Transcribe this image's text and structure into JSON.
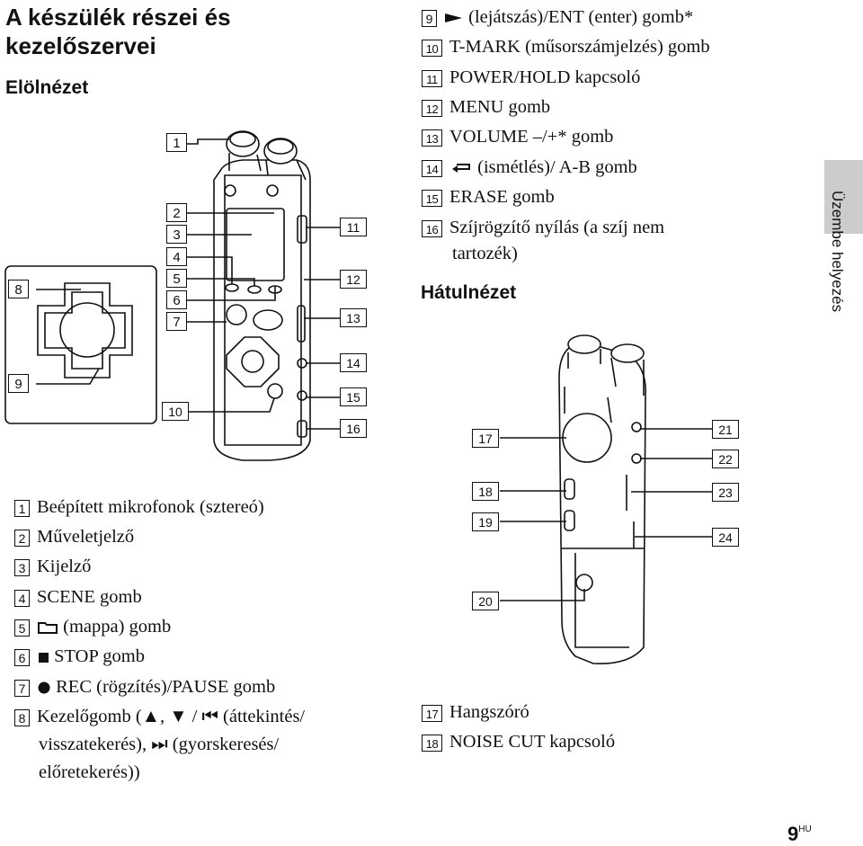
{
  "page_title": "A készülék részei és kezelőszervei",
  "section_front": "Elölnézet",
  "section_back": "Hátulnézet",
  "side_tab": "Üzembe helyezés",
  "page_number": "9",
  "page_lang": "HU",
  "right_items": [
    {
      "n": "9",
      "text": "(lejátszás)/ENT (enter) gomb*",
      "icon": "play-icon"
    },
    {
      "n": "10",
      "text": "T-MARK (műsorszámjelzés) gomb"
    },
    {
      "n": "11",
      "text": "POWER/HOLD kapcsoló"
    },
    {
      "n": "12",
      "text": "MENU gomb"
    },
    {
      "n": "13",
      "text": "VOLUME –/+* gomb"
    },
    {
      "n": "14",
      "text": "(ismétlés)/ A-B gomb",
      "icon": "repeat-icon"
    },
    {
      "n": "15",
      "text": "ERASE gomb"
    },
    {
      "n": "16",
      "text": "Szíjrögzítő nyílás (a szíj nem",
      "cont": "tartozék)"
    }
  ],
  "left_items": [
    {
      "n": "1",
      "text": "Beépített mikrofonok (sztereó)"
    },
    {
      "n": "2",
      "text": "Műveletjelző"
    },
    {
      "n": "3",
      "text": "Kijelző"
    },
    {
      "n": "4",
      "text": "SCENE gomb"
    },
    {
      "n": "5",
      "text": "(mappa) gomb",
      "icon": "folder-icon"
    },
    {
      "n": "6",
      "text": "STOP gomb",
      "icon": "stop-icon"
    },
    {
      "n": "7",
      "text": "REC (rögzítés)/PAUSE gomb",
      "icon": "record-icon"
    },
    {
      "n": "8",
      "text": "Kezelőgomb (▲, ▼ / ⏮ (áttekintés/",
      "cont": "visszatekerés), ⏭ (gyorskeresés/",
      "cont2": "előretekerés))"
    }
  ],
  "back_items": [
    {
      "n": "17",
      "text": "Hangszóró"
    },
    {
      "n": "18",
      "text": "NOISE CUT kapcsoló"
    }
  ],
  "front_labels": [
    "1",
    "2",
    "3",
    "4",
    "5",
    "6",
    "7",
    "8",
    "9",
    "10",
    "11",
    "12",
    "13",
    "14",
    "15",
    "16"
  ],
  "back_labels": [
    "17",
    "18",
    "19",
    "20",
    "21",
    "22",
    "23",
    "24"
  ]
}
